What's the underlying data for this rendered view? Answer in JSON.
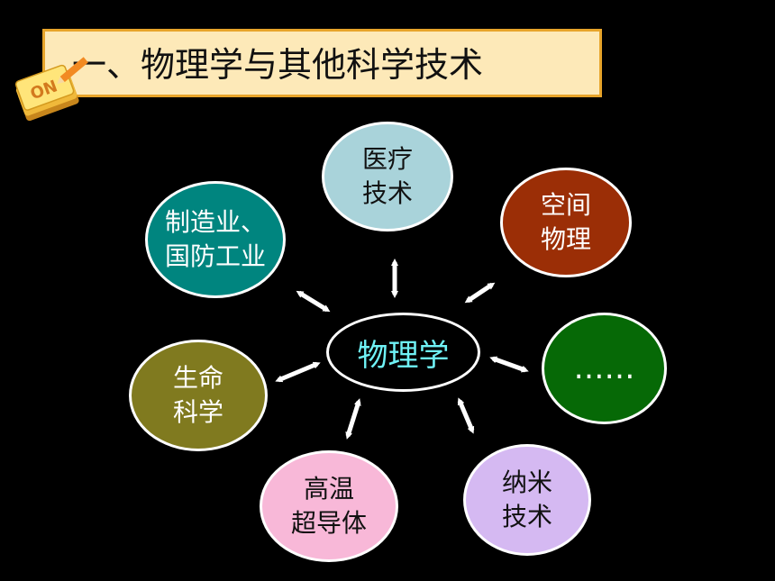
{
  "title": "一、物理学与其他科学技术",
  "center": "物理学",
  "nodes": [
    {
      "id": "medical",
      "lines": [
        "医疗",
        "技术"
      ],
      "fill": "#a9d3da",
      "text": "#111111"
    },
    {
      "id": "space",
      "lines": [
        "空间",
        "物理"
      ],
      "fill": "#9b2e06",
      "text": "#ffffff"
    },
    {
      "id": "more",
      "lines": [
        "……"
      ],
      "fill": "#066906",
      "text": "#ffffff"
    },
    {
      "id": "nano",
      "lines": [
        "纳米",
        "技术"
      ],
      "fill": "#d5b9f2",
      "text": "#111111"
    },
    {
      "id": "superconductor",
      "lines": [
        "高温",
        "超导体"
      ],
      "fill": "#f8b8d8",
      "text": "#111111"
    },
    {
      "id": "life",
      "lines": [
        "生命",
        "科学"
      ],
      "fill": "#807a1f",
      "text": "#ffffff"
    },
    {
      "id": "industry",
      "lines": [
        "制造业、",
        "国防工业"
      ],
      "fill": "#00857f",
      "text": "#ffffff"
    }
  ],
  "colors": {
    "title_bg": "#fde9b8",
    "title_border": "#e7a42a",
    "center_text": "#6ff2f6"
  },
  "icons": {
    "logo": "on-notepad-pencil-icon"
  }
}
